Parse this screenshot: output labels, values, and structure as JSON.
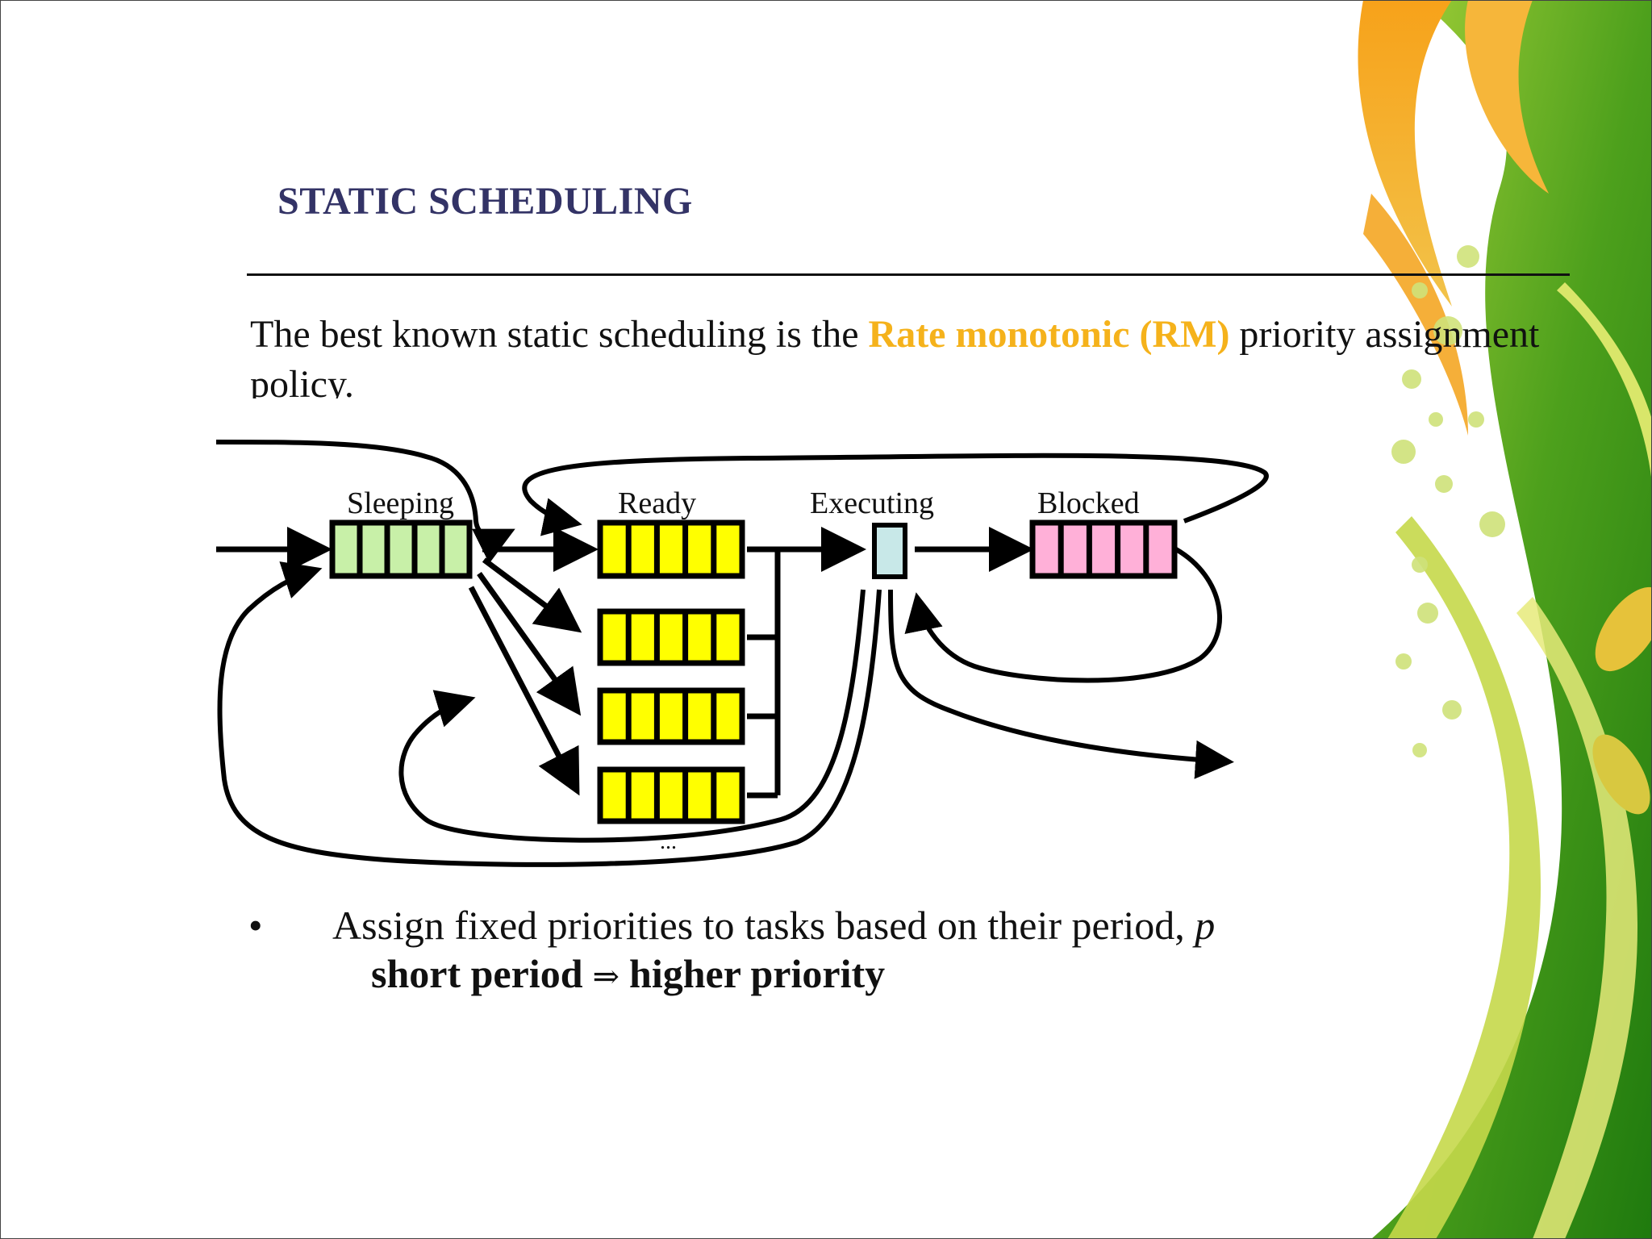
{
  "slide": {
    "title": "STATIC SCHEDULING",
    "intro_before": "The best known static scheduling is the ",
    "intro_highlight": "Rate monotonic (RM)",
    "intro_after": " priority assignment policy.",
    "highlight_color": "#f5b21b",
    "title_color": "#333366"
  },
  "diagram": {
    "states": {
      "sleeping": "Sleeping",
      "ready": "Ready",
      "executing": "Executing",
      "blocked": "Blocked"
    },
    "ellipsis": "...",
    "colors": {
      "sleeping": "#c8f0a8",
      "ready": "#ffff00",
      "executing": "#c8e8e8",
      "blocked": "#ffb0d8"
    }
  },
  "bullet": {
    "marker": "•",
    "text": "Assign fixed priorities to tasks based on their period, ",
    "variable": "p",
    "sub_left": "short period",
    "sub_symbol": "⇒",
    "sub_right": "higher priority"
  },
  "decoration": {
    "theme": "green-orange-swirl-background"
  }
}
